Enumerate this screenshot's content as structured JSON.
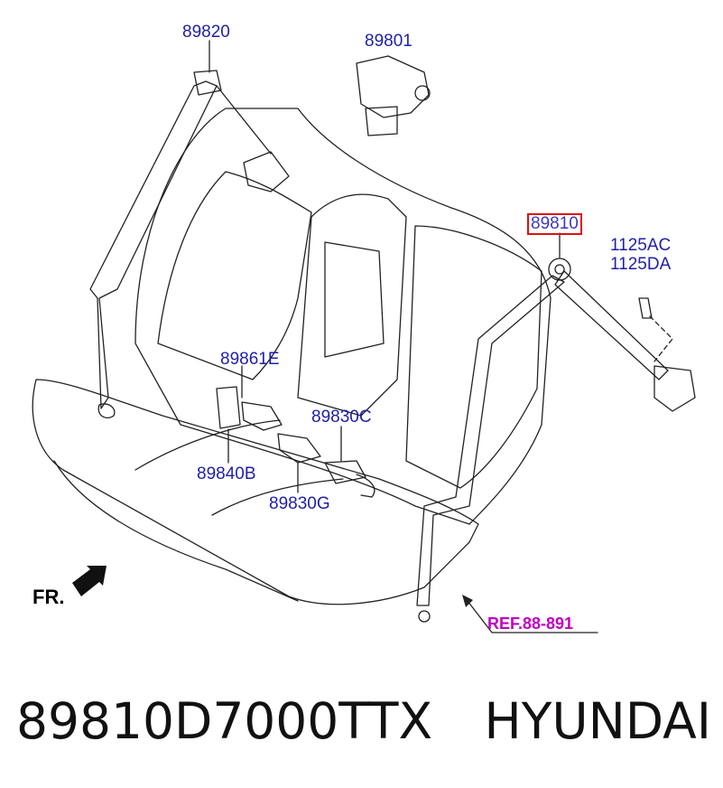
{
  "labels": {
    "p89820": "89820",
    "p89801": "89801",
    "p89810": "89810",
    "p1125ac": "1125AC",
    "p1125da": "1125DA",
    "p89861e": "89861E",
    "p89830c": "89830C",
    "p89840b": "89840B",
    "p89830g": "89830G",
    "ref": "REF.88-891",
    "front": "FR."
  },
  "caption": {
    "part_number": "89810D7000TTX",
    "brand": "HYUNDAI"
  },
  "colors": {
    "label": "#1f1fa8",
    "highlight_box": "#dd1111",
    "ref": "#c000c0",
    "line": "#222222"
  }
}
